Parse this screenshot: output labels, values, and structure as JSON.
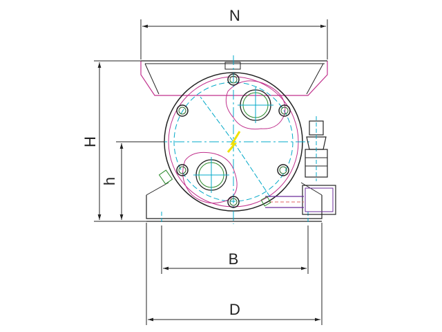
{
  "drawing": {
    "dimensions": {
      "N": "N",
      "H": "H",
      "h": "h",
      "B": "B",
      "D": "D"
    },
    "colors": {
      "outline": "#222222",
      "centerline": "#00a8c8",
      "housing": "#c0308c",
      "bolt": "#2a6a2a",
      "arrow": "#f0e000",
      "pipe": "#6a2a9a",
      "hidden": "#e06060"
    }
  }
}
